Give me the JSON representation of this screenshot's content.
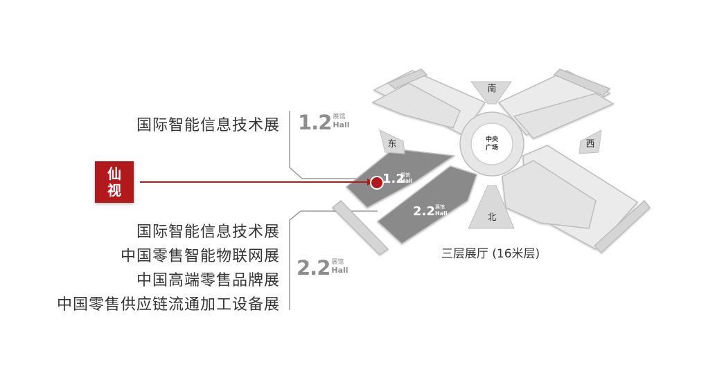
{
  "top_label": "国际智能信息技术展",
  "hall_12": {
    "number": "1.2",
    "cn": "展馆",
    "en": "Hall"
  },
  "hall_22": {
    "number": "2.2",
    "cn": "展馆",
    "en": "Hall"
  },
  "list_22": [
    "国际智能信息技术展",
    "中国零售智能物联网展",
    "中国高端零售品牌展",
    "中国零售供应链流通加工设备展"
  ],
  "badge": [
    "仙",
    "视"
  ],
  "map": {
    "south": "南",
    "east": "东",
    "west": "西",
    "north": "北",
    "center_line1": "中央",
    "center_line2": "广场",
    "caption": "三层展厅 (16米层)"
  },
  "colors": {
    "accent": "#b2191d",
    "hall_dark": "#8a8a8a",
    "hall_light": "#e8e8e8"
  }
}
